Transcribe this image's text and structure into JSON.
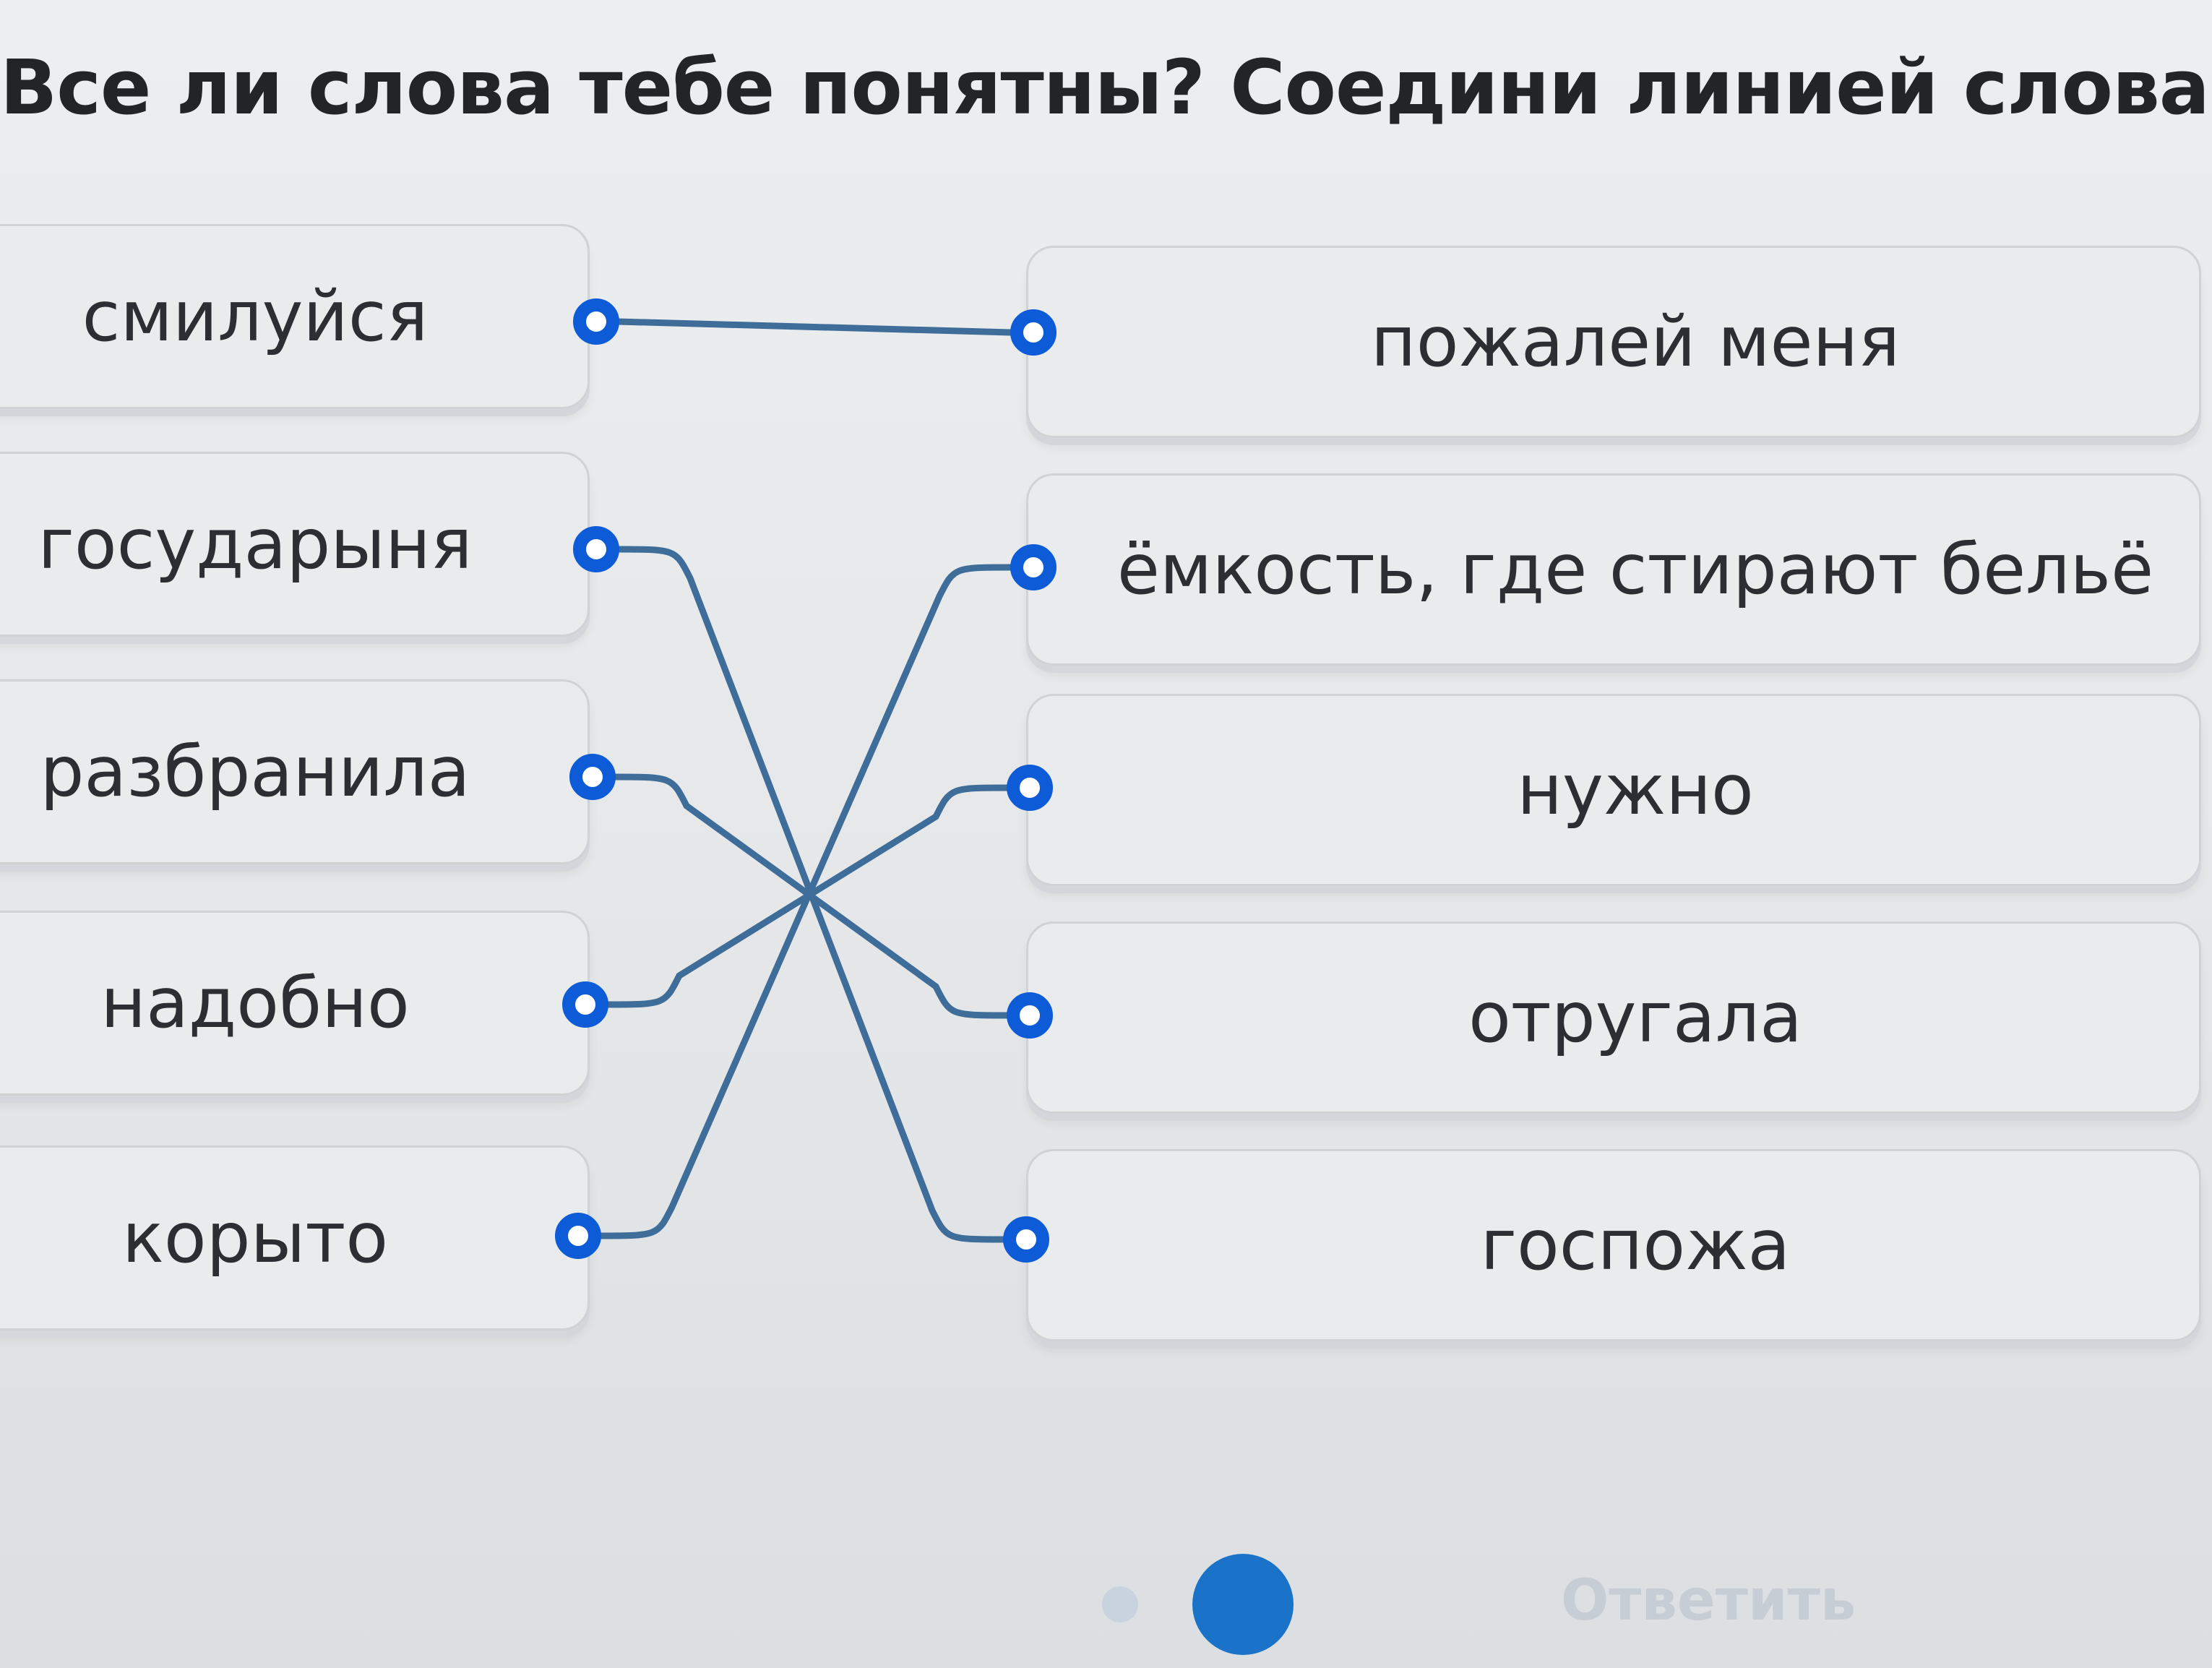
{
  "instruction": "Все ли слова тебе понятны? Соедини линией слова и их з",
  "left_words": [
    "смилуйся",
    "государыня",
    "разбранила",
    "надобно",
    "корыто"
  ],
  "right_meanings": [
    "пожалей меня",
    "ёмкость, где стирают бельё",
    "нужно",
    "отругала",
    "госпожа"
  ],
  "connections": [
    {
      "from": 0,
      "to": 0
    },
    {
      "from": 1,
      "to": 4
    },
    {
      "from": 2,
      "to": 3
    },
    {
      "from": 3,
      "to": 2
    },
    {
      "from": 4,
      "to": 1
    }
  ],
  "answer_label": "Ответить",
  "colors": {
    "accent": "#0d5bd6",
    "line": "#3f6d99",
    "pager_active": "#1a73c8",
    "pager_inactive": "#c9d3de"
  }
}
